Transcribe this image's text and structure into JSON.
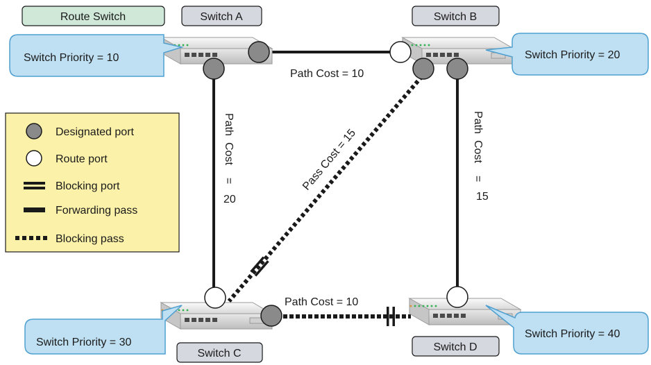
{
  "route_switch_label": "Route Switch",
  "switches": {
    "a": {
      "name": "Switch A",
      "priority": "Switch Priority = 10"
    },
    "b": {
      "name": "Switch B",
      "priority": "Switch Priority = 20"
    },
    "c": {
      "name": "Switch C",
      "priority": "Switch Priority = 30"
    },
    "d": {
      "name": "Switch D",
      "priority": "Switch Priority = 40"
    }
  },
  "links": {
    "a_b": {
      "label": "Path Cost  = 10",
      "state": "forwarding"
    },
    "a_c": {
      "label_lines": [
        "Path",
        "Cost",
        "=",
        "20"
      ],
      "state": "forwarding"
    },
    "b_d": {
      "label_lines": [
        "Path",
        "Cost",
        "=",
        "15"
      ],
      "state": "forwarding"
    },
    "b_c": {
      "label": "Pass Cost = 15",
      "state": "blocking"
    },
    "c_d": {
      "label": "Path Cost = 10",
      "state": "blocking"
    }
  },
  "legend": {
    "designated": "Designated port",
    "route": "Route port",
    "blocking_port": "Blocking port",
    "forwarding_pass": "Forwarding pass",
    "blocking_pass": "Blocking pass"
  },
  "colors": {
    "route_switch_fill": "#cfe8d8",
    "name_box_fill": "#d6d8df",
    "callout_fill": "#bfe0f2",
    "callout_stroke": "#4e9fd0",
    "legend_fill": "#fbf1a9",
    "designated_port": "#8a8a8a",
    "route_port": "#ffffff"
  }
}
